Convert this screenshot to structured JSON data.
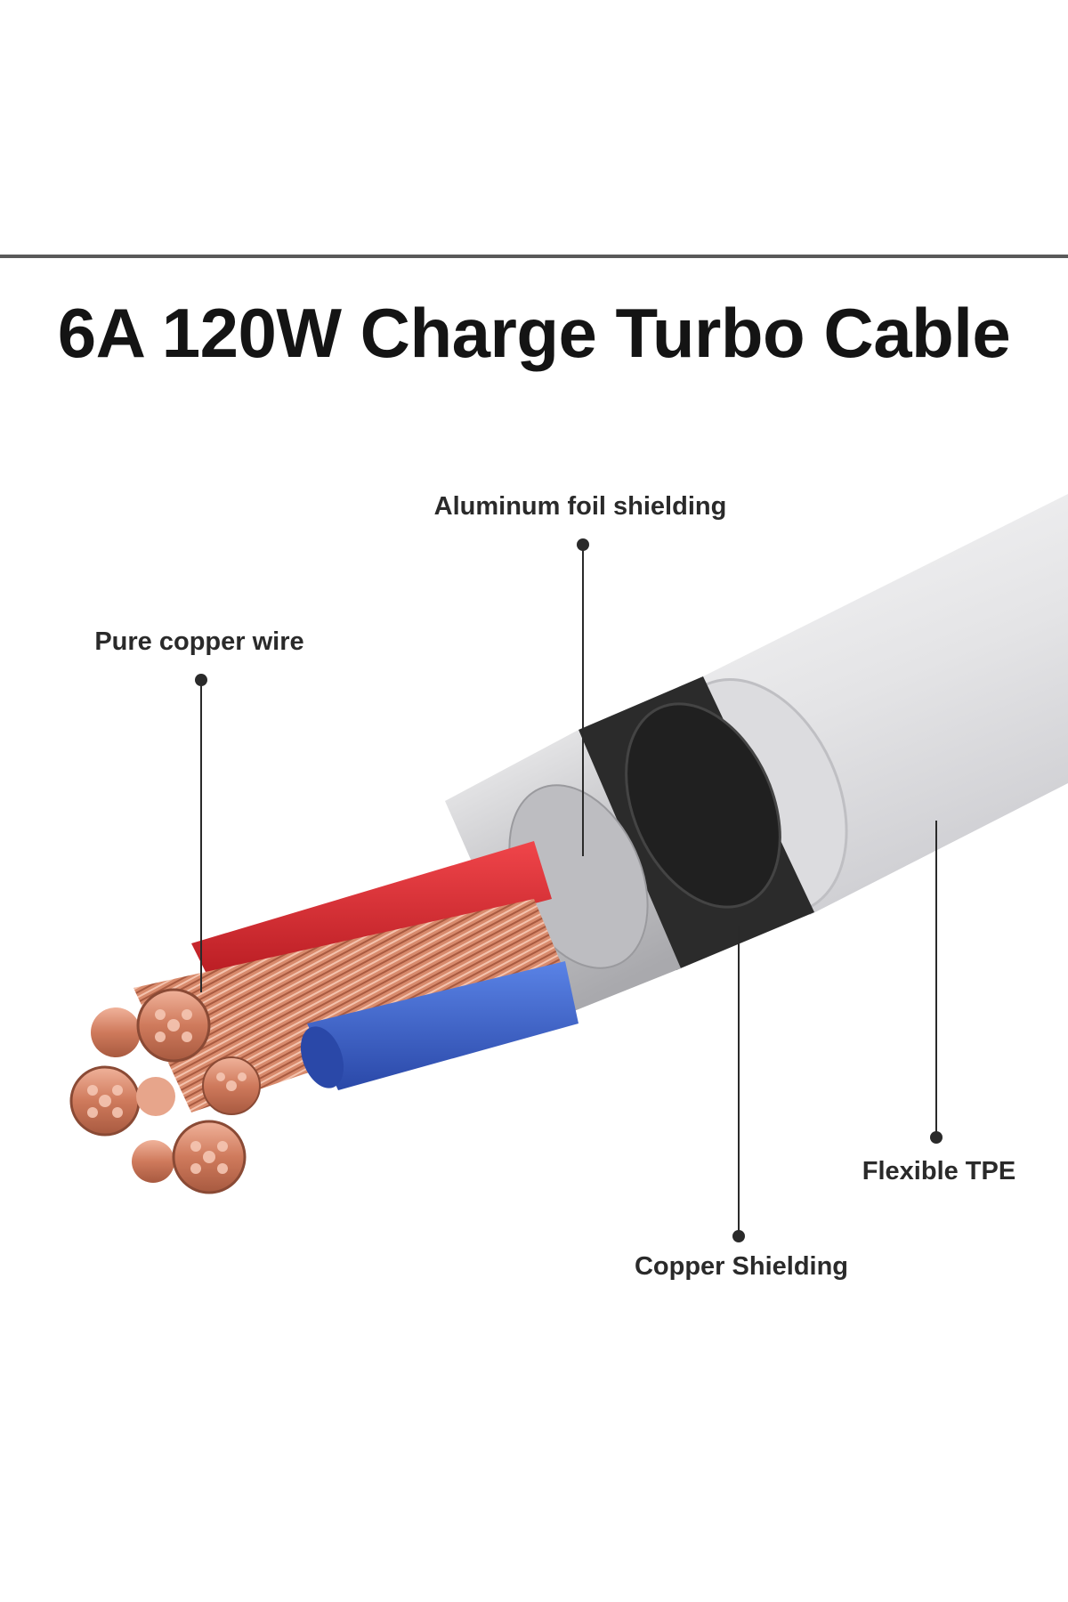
{
  "title": "6A 120W Charge Turbo Cable",
  "labels": {
    "aluminum_foil": "Aluminum foil shielding",
    "pure_copper": "Pure copper wire",
    "flexible_tpe": "Flexible TPE",
    "copper_shielding": "Copper Shielding"
  },
  "colors": {
    "jacket": "#e9e9eb",
    "copper_shield": "#2b2b2b",
    "aluminum_foil": "#cfcfd2",
    "red_wire": "#d62229",
    "blue_wire": "#3b62c9",
    "copper": "#d7876a",
    "leader": "#2a2a2a"
  }
}
